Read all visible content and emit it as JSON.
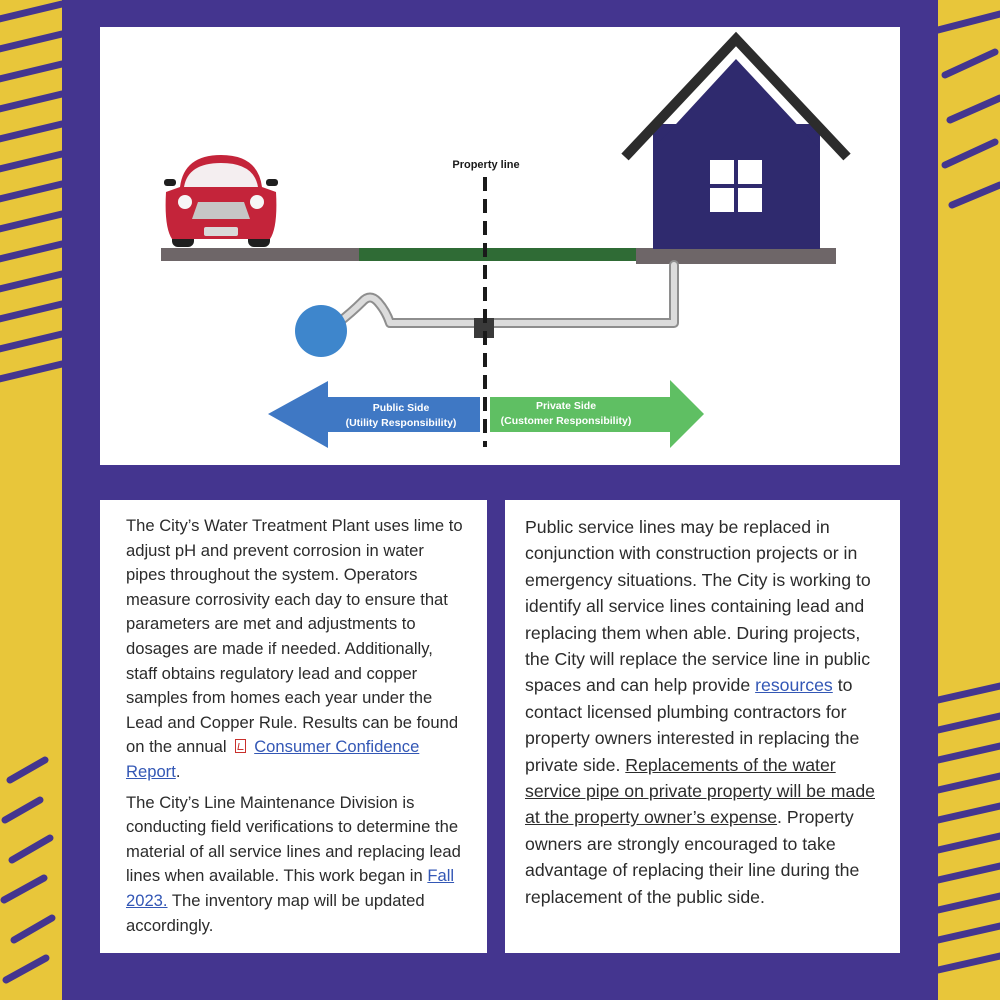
{
  "diagram": {
    "property_line_label": "Property line",
    "public_side": {
      "title": "Public Side",
      "subtitle": "(Utility Responsibility)"
    },
    "private_side": {
      "title": "Private Side",
      "subtitle": "(Customer Responsibility)"
    }
  },
  "left_column": {
    "p1_text": "The City’s Water Treatment Plant uses lime to adjust pH and prevent corrosion in water pipes throughout the system. Operators measure corrosivity each day to ensure that parameters are met and adjustments to dosages are made if needed. Additionally, staff obtains regulatory lead and copper samples from homes each year under the Lead and Copper Rule. Results can be found on the annual",
    "p1_link": "Consumer Confidence Report",
    "p1_end": ".",
    "p2_text": "The City’s Line Maintenance Division is conducting field verifications to determine the material of all service lines and replacing lead lines when available. This work began in",
    "p2_link": "Fall 2023.",
    "p2_end": " The inventory map will be updated accordingly."
  },
  "right_column": {
    "text_a": "Public service lines may be replaced in conjunction with construction projects or in emergency situations. The City is working to identify all service lines containing lead and replacing them when able. During projects, the City will replace the service line in public spaces and can help provide",
    "link": "resources",
    "text_b": " to contact licensed plumbing contractors for property owners interested in replacing the private side.",
    "underlined": "Replacements of the water service pipe on private property will be made at the property owner’s expense",
    "text_c": ". Property owners are strongly encouraged to take advantage of replacing their line during the replacement of the public side."
  },
  "colors": {
    "frame": "#44358f",
    "background": "#e8c63a",
    "house": "#2f2a6e",
    "car": "#c4243a",
    "public_arrow": "#3f78c4",
    "private_arrow": "#5fbf63",
    "grass": "#2f6b35",
    "meter": "#3e86cc"
  }
}
